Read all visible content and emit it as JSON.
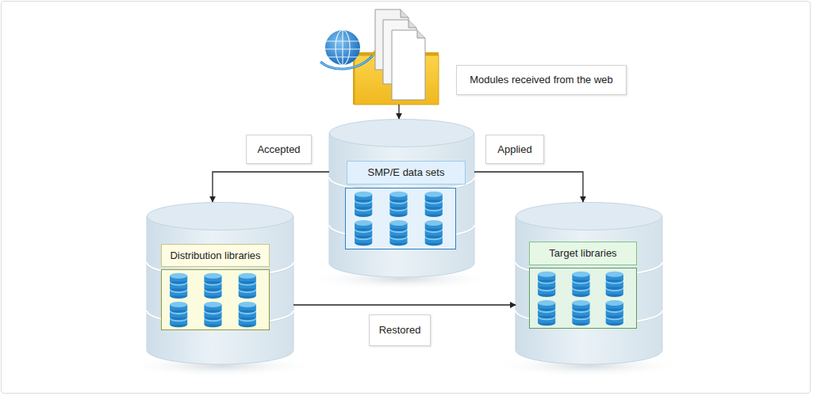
{
  "diagram": {
    "nodes": [
      {
        "text": [
          "Modules received from the web"
        ]
      },
      {
        "text": [
          "SMP/E data sets"
        ]
      },
      {
        "text": [
          "Distribution libraries"
        ]
      },
      {
        "text": [
          "Target libraries"
        ]
      }
    ],
    "edges": [
      {
        "from": 0,
        "to": 1,
        "arrow": "to"
      },
      {
        "from": 1,
        "to": 2,
        "label": "Accepted",
        "arrow": "to"
      },
      {
        "from": 1,
        "to": 3,
        "label": "Applied",
        "arrow": "to"
      },
      {
        "from": 2,
        "to": 3,
        "label": "Restored",
        "arrow": "to"
      }
    ]
  }
}
